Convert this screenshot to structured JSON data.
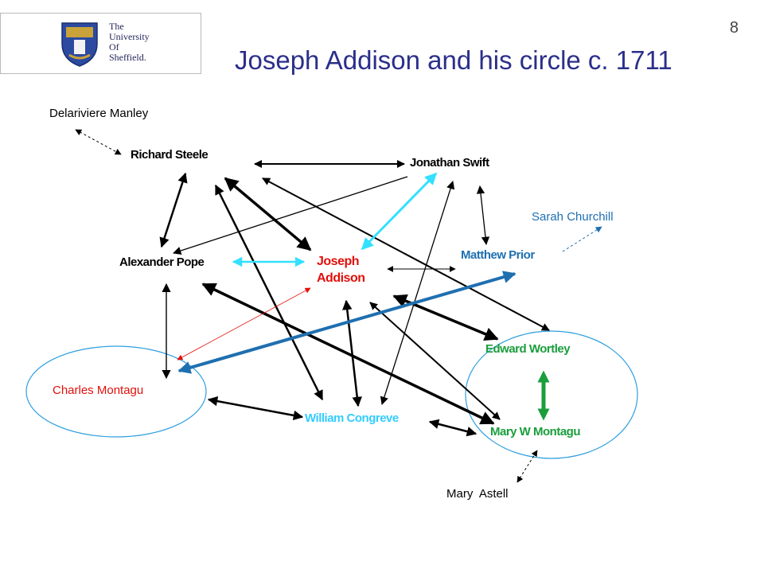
{
  "slide": {
    "page_number": "8",
    "title": "Joseph Addison and his circle c. 1711"
  },
  "logo": {
    "text": "The\nUniversity\nOf\nSheffield."
  },
  "people": {
    "manley": "Delariviere Manley",
    "steele": "Richard Steele",
    "swift": "Jonathan Swift",
    "churchill": "Sarah Churchill",
    "pope": "Alexander Pope",
    "addison": "Joseph\nAddison",
    "prior": "Matthew Prior",
    "wortley": "Edward Wortley",
    "charles_montagu": "Charles Montagu",
    "congreve": "William Congreve",
    "mary_montagu": "Mary W Montagu",
    "astell": "Mary  Astell"
  },
  "colors": {
    "title": "#2b2f8a",
    "addison_red": "#e0100a",
    "prior_blue": "#1f6fb0",
    "congreve_cyan": "#33ccff",
    "wortley_green": "#1a9e3c",
    "ellipse_blue": "#2f9fe0",
    "thick_blue_arrow": "#1f6fb0",
    "cyan_arrow": "#33e0ff"
  }
}
